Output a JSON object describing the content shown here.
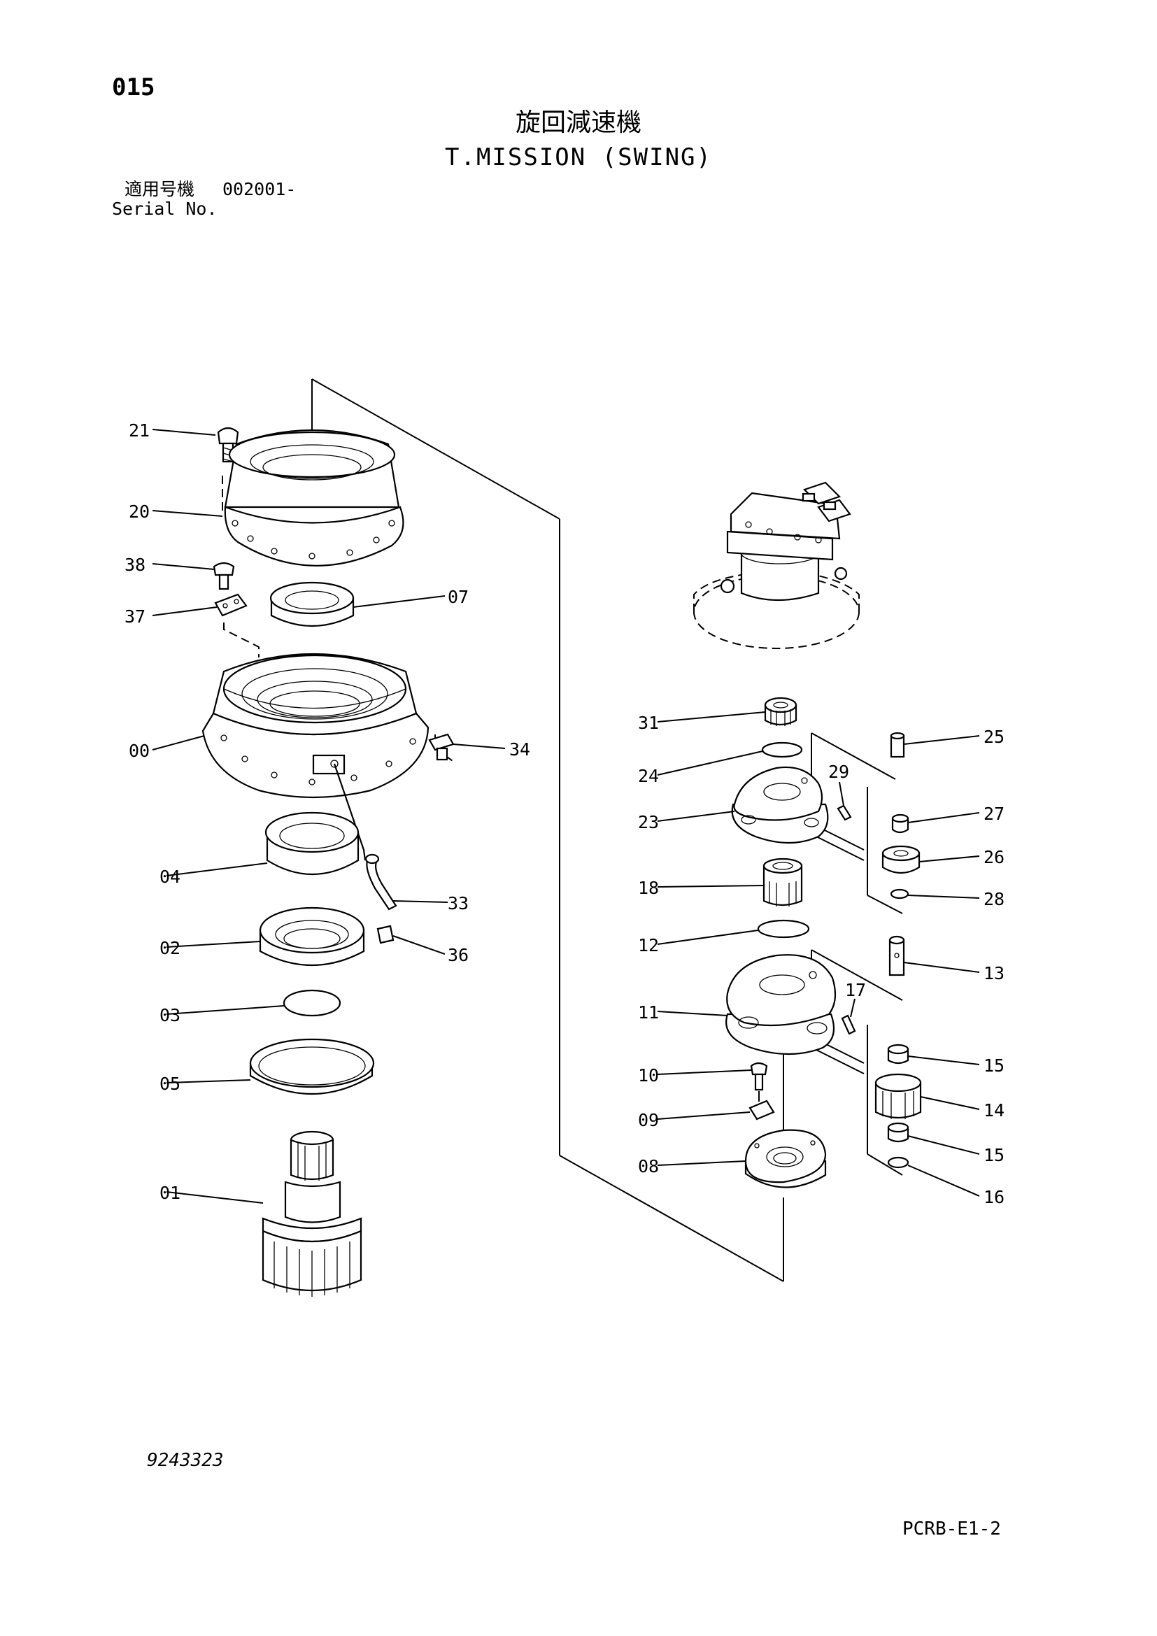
{
  "header": {
    "page_number": "015",
    "title_jp": "旋回減速機",
    "title_en": "T.MISSION (SWING)",
    "serial_label_jp": "適用号機",
    "serial_value": "002001-",
    "serial_label_en": "Serial No."
  },
  "footer": {
    "drawing_number": "9243323",
    "sheet_code": "PCRB-E1-2"
  },
  "callouts": [
    {
      "id": "c21",
      "label": "21"
    },
    {
      "id": "c20",
      "label": "20"
    },
    {
      "id": "c38",
      "label": "38"
    },
    {
      "id": "c37",
      "label": "37"
    },
    {
      "id": "c07",
      "label": "07"
    },
    {
      "id": "c00",
      "label": "00"
    },
    {
      "id": "c34",
      "label": "34"
    },
    {
      "id": "c04",
      "label": "04"
    },
    {
      "id": "c33",
      "label": "33"
    },
    {
      "id": "c02",
      "label": "02"
    },
    {
      "id": "c36",
      "label": "36"
    },
    {
      "id": "c03",
      "label": "03"
    },
    {
      "id": "c05",
      "label": "05"
    },
    {
      "id": "c01",
      "label": "01"
    },
    {
      "id": "c31",
      "label": "31"
    },
    {
      "id": "c25",
      "label": "25"
    },
    {
      "id": "c24",
      "label": "24"
    },
    {
      "id": "c29",
      "label": "29"
    },
    {
      "id": "c23",
      "label": "23"
    },
    {
      "id": "c27",
      "label": "27"
    },
    {
      "id": "c26",
      "label": "26"
    },
    {
      "id": "c18",
      "label": "18"
    },
    {
      "id": "c28",
      "label": "28"
    },
    {
      "id": "c12",
      "label": "12"
    },
    {
      "id": "c13",
      "label": "13"
    },
    {
      "id": "c17",
      "label": "17"
    },
    {
      "id": "c11",
      "label": "11"
    },
    {
      "id": "c15a",
      "label": "15"
    },
    {
      "id": "c10",
      "label": "10"
    },
    {
      "id": "c14",
      "label": "14"
    },
    {
      "id": "c09",
      "label": "09"
    },
    {
      "id": "c15b",
      "label": "15"
    },
    {
      "id": "c08",
      "label": "08"
    },
    {
      "id": "c16",
      "label": "16"
    }
  ]
}
